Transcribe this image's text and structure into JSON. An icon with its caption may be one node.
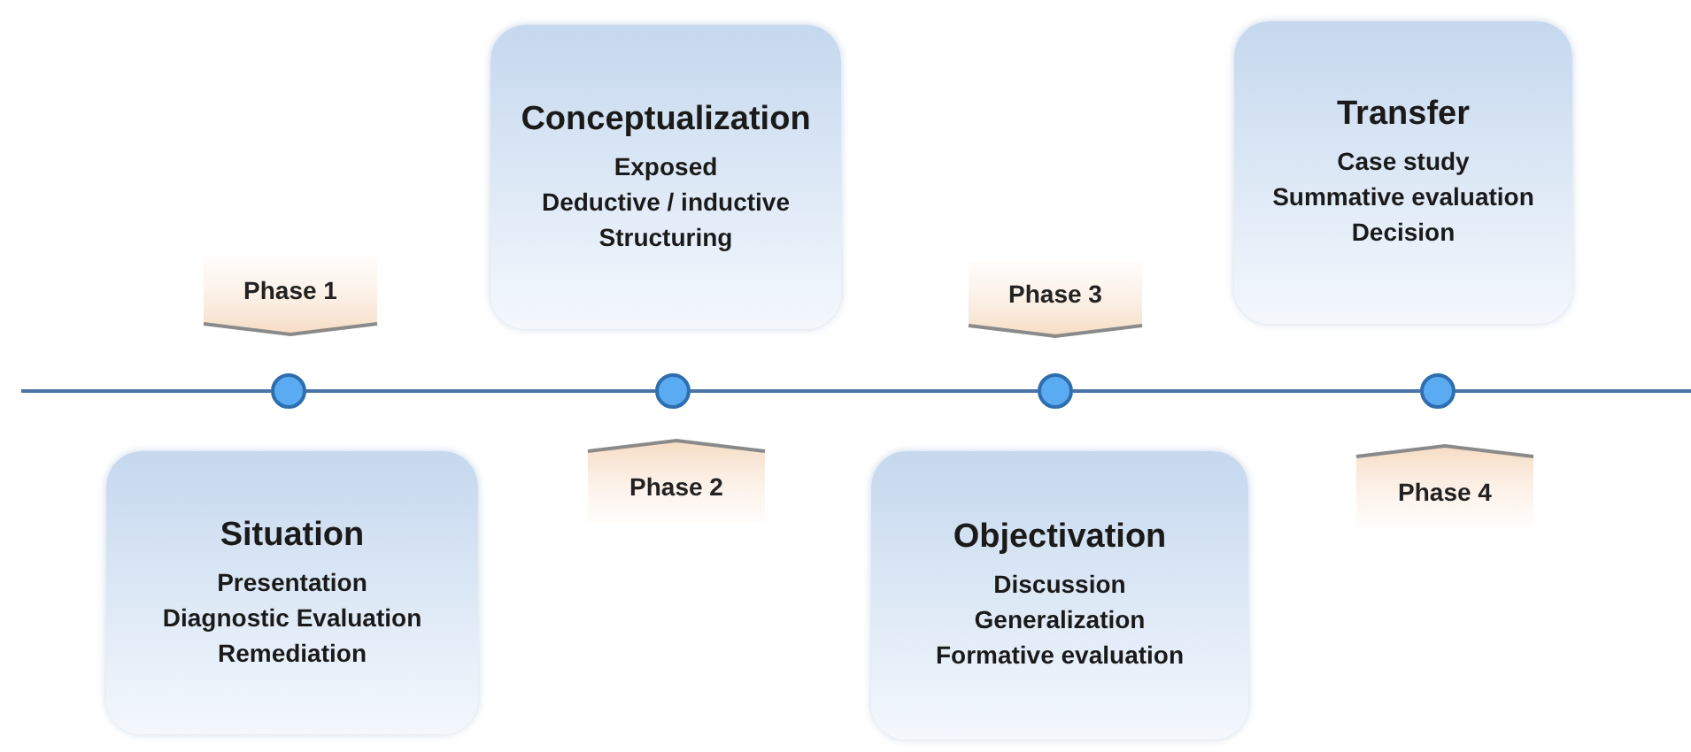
{
  "diagram": {
    "nodes": [
      {
        "text": [
          "Conceptualization",
          "Exposed",
          "Deductive / inductive",
          "Structuring"
        ]
      },
      {
        "text": [
          "Transfer",
          "Case study",
          "Summative evaluation",
          "Decision"
        ]
      },
      {
        "text": [
          "Phase 1"
        ]
      },
      {
        "text": [
          "Phase 3"
        ]
      },
      {
        "text": [],
        "shape": "circle"
      },
      {
        "text": [],
        "shape": "circle"
      },
      {
        "text": [],
        "shape": "circle"
      },
      {
        "text": [],
        "shape": "circle"
      },
      {
        "text": [
          "Phase 2"
        ]
      },
      {
        "text": [
          "Phase 4"
        ]
      },
      {
        "text": [
          "Situation",
          "Presentation",
          "Diagnostic Evaluation",
          "Remediation"
        ]
      },
      {
        "text": [
          "Objectivation",
          "Discussion",
          "Generalization",
          "Formative evaluation"
        ]
      }
    ],
    "edges": [
      {
        "from": null,
        "to": 4,
        "arrow": "none"
      },
      {
        "from": 4,
        "to": 5,
        "arrow": "none"
      },
      {
        "from": 5,
        "to": 6,
        "arrow": "none"
      },
      {
        "from": 6,
        "to": 7,
        "arrow": "none"
      },
      {
        "from": 7,
        "to": null,
        "arrow": "none"
      }
    ]
  }
}
